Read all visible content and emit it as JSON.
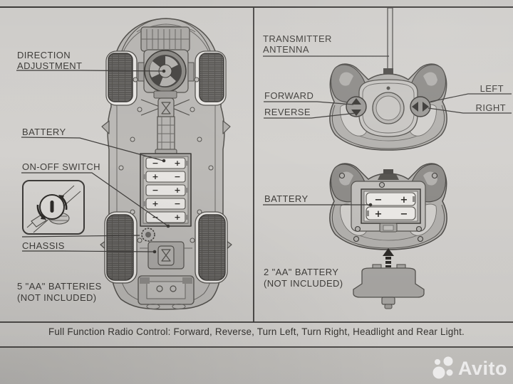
{
  "panel_left": {
    "label_direction_line1": "DIRECTION",
    "label_direction_line2": "ADJUSTMENT",
    "label_battery": "BATTERY",
    "label_on_off_switch": "ON-OFF SWITCH",
    "label_chassis": "CHASSIS",
    "note_line1": "5 \"AA\" BATTERIES",
    "note_line2": "(NOT INCLUDED)",
    "car_battery_polarities": [
      {
        "left": "−",
        "right": "+"
      },
      {
        "left": "+",
        "right": "−"
      },
      {
        "left": "−",
        "right": "+"
      },
      {
        "left": "+",
        "right": "−"
      },
      {
        "left": "−",
        "right": "+"
      }
    ]
  },
  "panel_right": {
    "label_antenna_line1": "TRANSMITTER",
    "label_antenna_line2": "ANTENNA",
    "label_forward": "FORWARD",
    "label_reverse": "REVERSE",
    "label_left": "LEFT",
    "label_right": "RIGHT",
    "label_battery": "BATTERY",
    "note_line1": "2 \"AA\" BATTERY",
    "note_line2": "(NOT INCLUDED)",
    "tx_battery_polarities": [
      {
        "left": "−",
        "right": "+"
      },
      {
        "left": "+",
        "right": "−"
      }
    ]
  },
  "footer": {
    "text": "Full Function Radio Control: Forward, Reverse, Turn Left, Turn Right, Headlight and Rear Light."
  },
  "watermark": {
    "brand": "Avito"
  },
  "colors": {
    "paper": "#d2d0cd",
    "paper_bottom": "#c6c4c1",
    "line": "#4a4846",
    "text": "#403e3b",
    "watermark": "#ffffff"
  }
}
